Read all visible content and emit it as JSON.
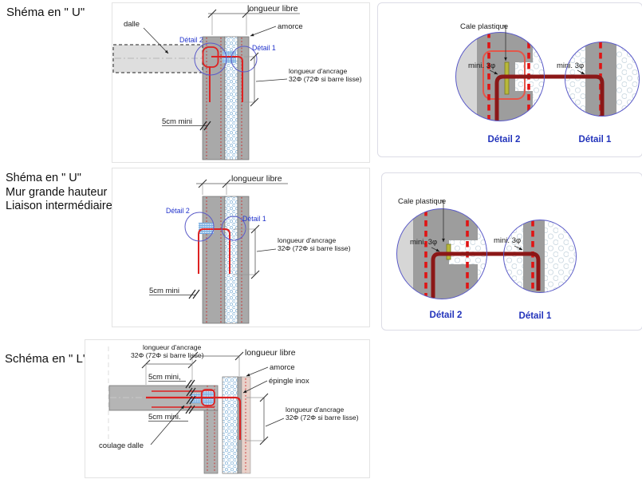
{
  "titles": {
    "row1": "Shéma en \" U\"",
    "row2_lines": [
      "Shéma en \" U\"",
      "Mur grande hauteur",
      "Liaison intermédiaire"
    ],
    "row3": "Schéma en \" L\""
  },
  "row1": {
    "diagram": {
      "dalle": "dalle",
      "longueur_libre": "longueur libre",
      "amorce": "amorce",
      "detail2": "Détail 2",
      "detail1": "Détail 1",
      "ancrage1": "longueur d'ancrage",
      "ancrage2": "32Φ (72Φ si barre lisse)",
      "cm": "5cm mini"
    },
    "detail": {
      "cale": "Cale plastique",
      "mini2": "mini. 3φ",
      "mini1": "mini. 3φ",
      "caption2": "Détail 2",
      "caption1": "Détail 1"
    }
  },
  "row2": {
    "diagram": {
      "longueur_libre": "longueur libre",
      "detail2": "Détail 2",
      "detail1": "Détail 1",
      "ancrage1": "longueur d'ancrage",
      "ancrage2": "32Φ (72Φ si barre lisse)",
      "cm": "5cm mini"
    },
    "detail": {
      "cale": "Cale plastique",
      "mini2": "mini. 3φ",
      "mini1": "mini. 3φ",
      "caption2": "Détail 2",
      "caption1": "Détail 1"
    }
  },
  "row3": {
    "diagram": {
      "ancrage_top1": "longueur d'ancrage",
      "ancrage_top2": "32Φ (72Φ si barre lisse)",
      "cm_top": "5cm mini,",
      "longueur_libre": "longueur libre",
      "amorce": "amorce",
      "epingle": "épingle inox",
      "cm_bottom": "5cm mini.",
      "coulage": "coulage dalle",
      "ancrage_right1": "longueur d'ancrage",
      "ancrage_right2": "32Φ (72Φ si barre lisse)"
    }
  },
  "colors": {
    "wall_gray": "#a9a9a9",
    "slab_gray": "#b5b5b5",
    "dalle_light": "#dedede",
    "light_leaf": "#d6d6d6",
    "rebar_red": "#dd2222",
    "detail_bar_dark_red": "#8b1717",
    "dashed_red": "#e01414",
    "insulation_blue": "#7fb2d9",
    "hatch_blue": "#4d8fd6",
    "circle_blue": "#5a5ac8",
    "detail_label_blue": "#2233bb",
    "cale_olive": "#b8b839",
    "amorce_pink": "#e8d2ca",
    "panel_border": "#e3e3e3"
  }
}
